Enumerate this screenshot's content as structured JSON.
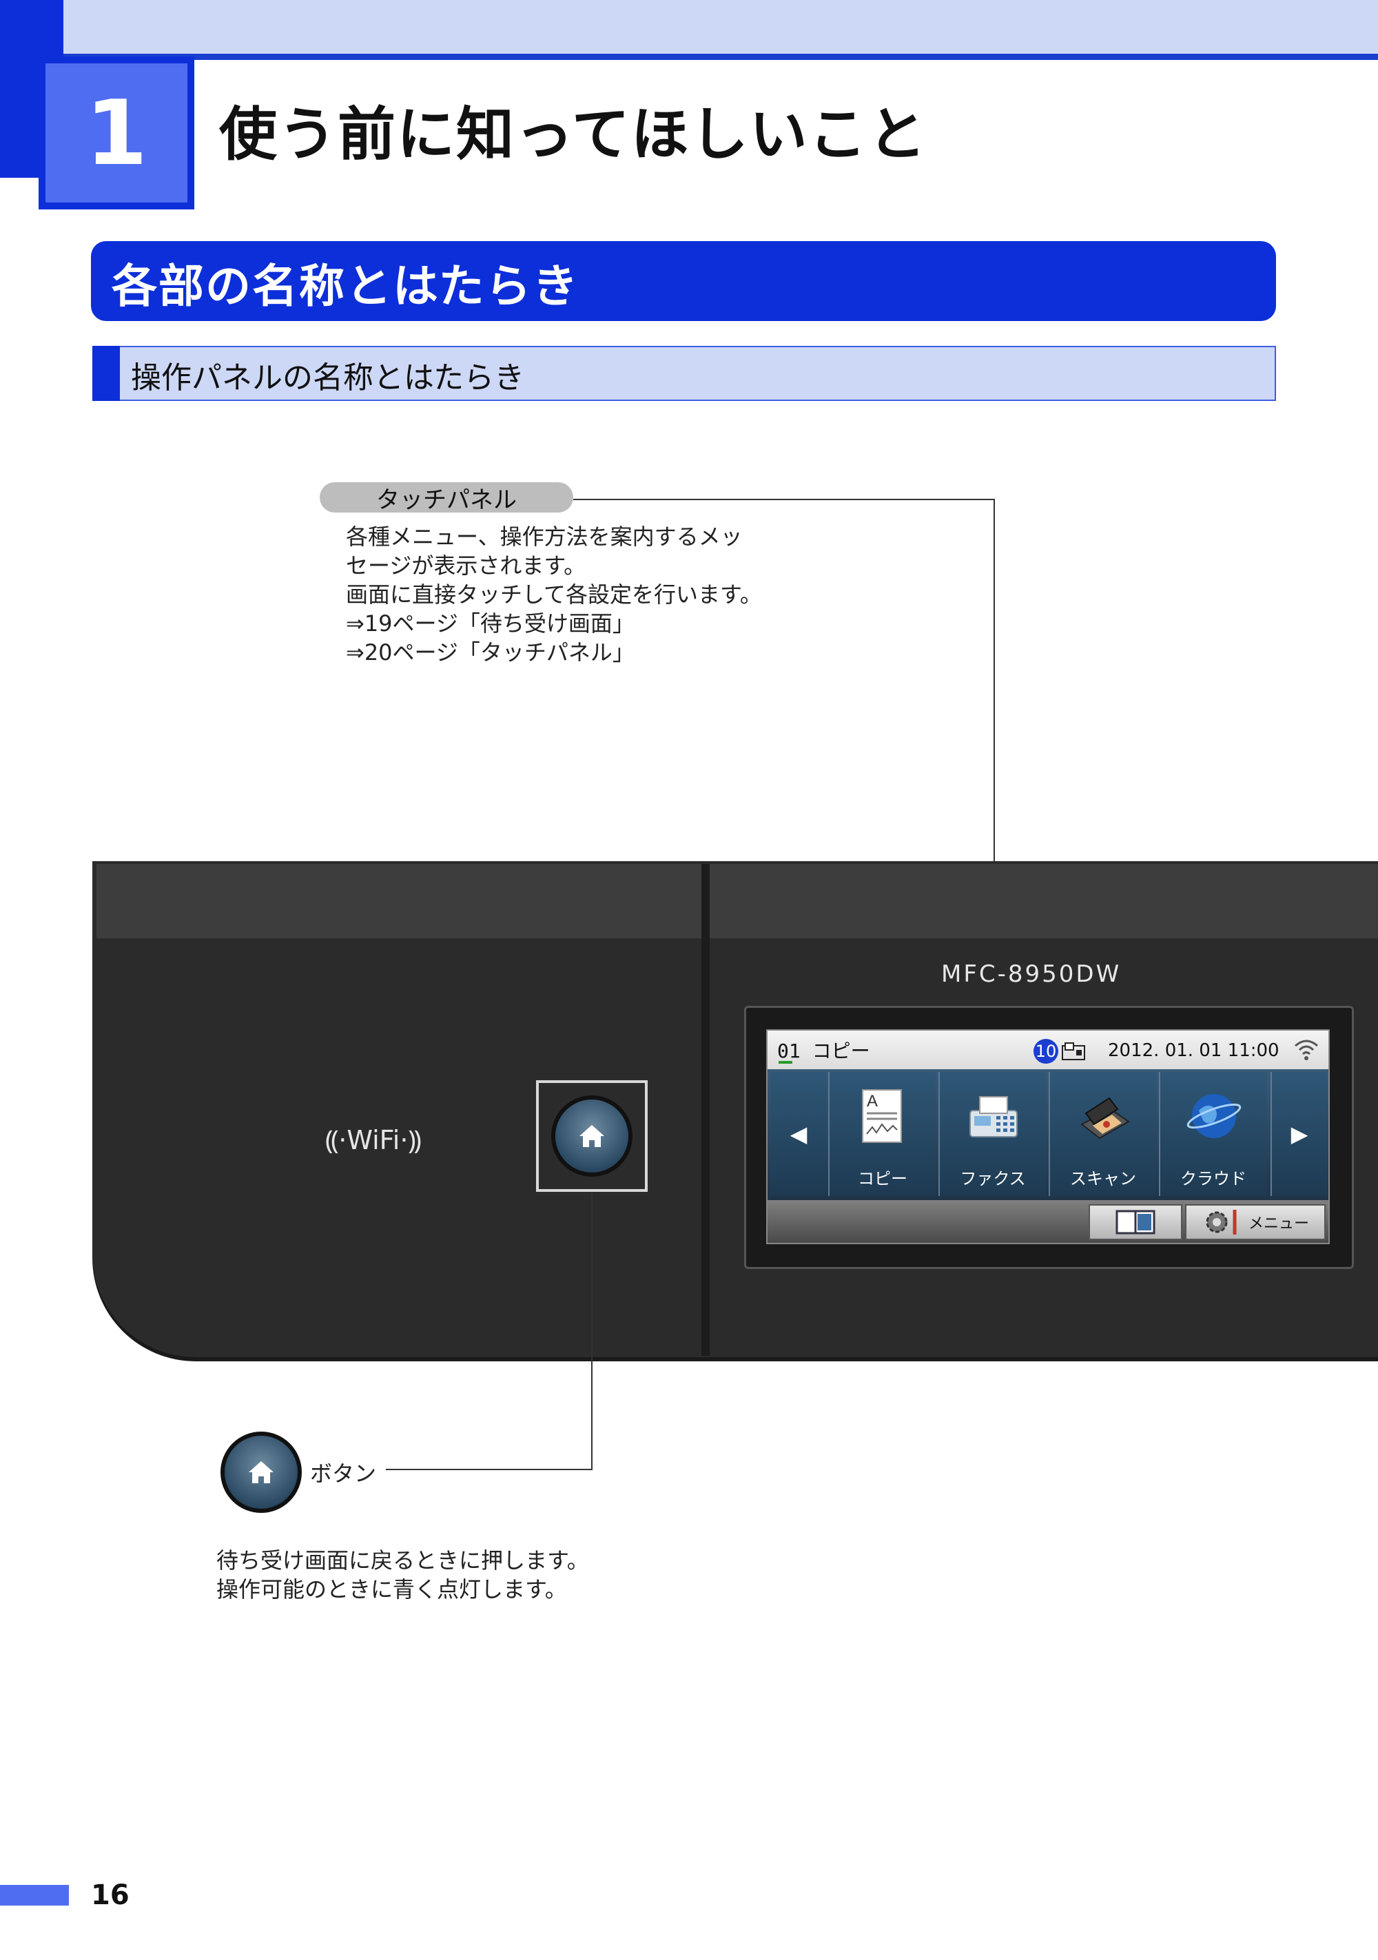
{
  "chapter": {
    "number": "1",
    "title": "使う前に知ってほしいこと"
  },
  "section": {
    "title": "各部の名称とはたらき",
    "subtitle": "操作パネルの名称とはたらき"
  },
  "touch_panel": {
    "label": "タッチパネル",
    "lines": [
      "各種メニュー、操作方法を案内するメッ",
      "セージが表示されます。",
      "画面に直接タッチして各設定を行います。",
      "⇒19ページ「待ち受け画面」",
      "⇒20ページ「タッチパネル」"
    ]
  },
  "device": {
    "model": "MFC-8950DW",
    "wifi": "WiFi",
    "lcd": {
      "status_left": "01 コピー",
      "badge": "10",
      "datetime": "2012. 01. 01  11:00",
      "apps": [
        "コピー",
        "ファクス",
        "スキャン",
        "クラウド"
      ],
      "menu_label": "メニュー"
    }
  },
  "home_button": {
    "label": "ボタン",
    "lines": [
      "待ち受け画面に戻るときに押します。",
      "操作可能のときに青く点灯します。"
    ]
  },
  "page_number": "16",
  "colors": {
    "accent": "#0d2fd9",
    "light": "#cdd8f7",
    "mid": "#4f6df0"
  }
}
